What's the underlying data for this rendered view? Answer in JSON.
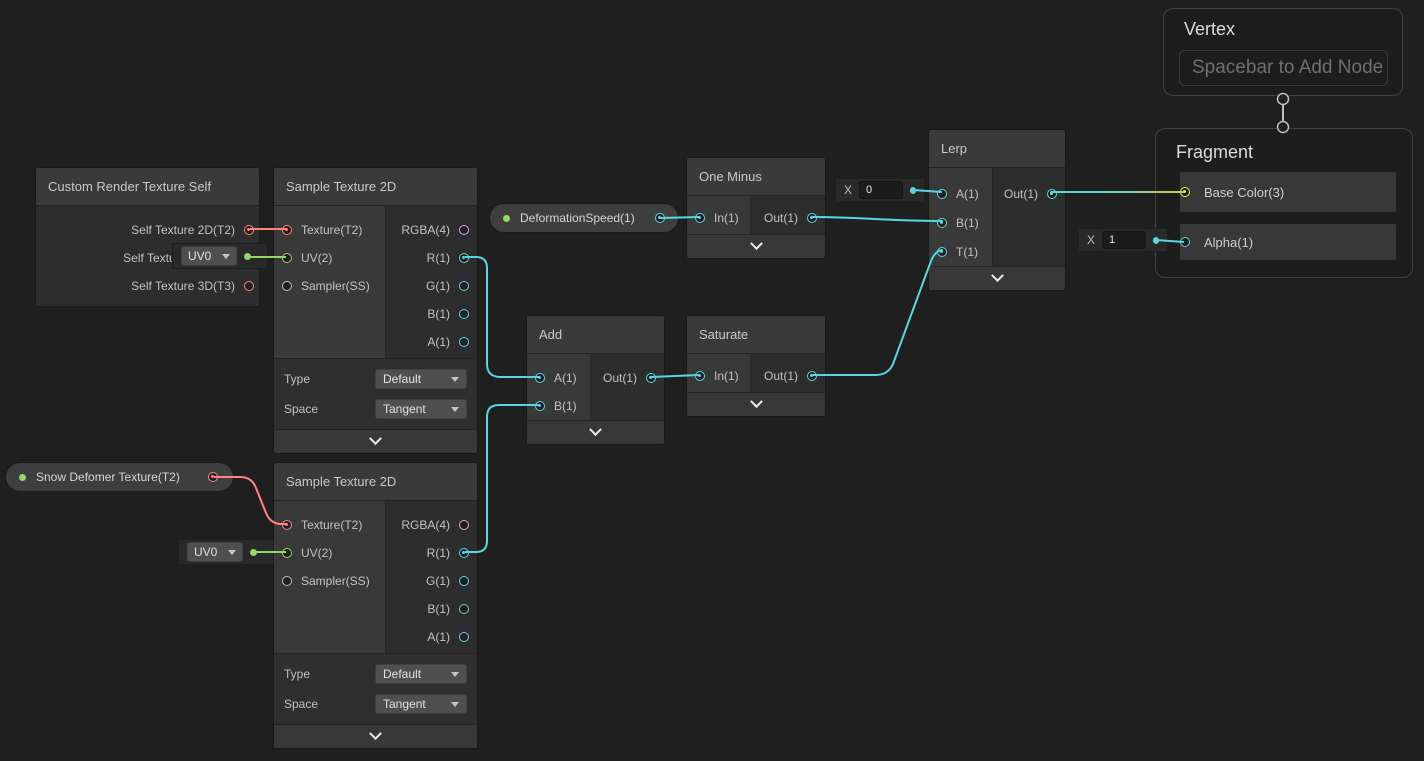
{
  "colors": {
    "canvas": "#1F1F1F",
    "cyan": "#59D7E0",
    "green": "#94D76B",
    "red": "#FF8383",
    "pink": "#FF96E3",
    "yellow": "#F1EE5F",
    "ygreen": "#C0CC52",
    "gray": "#C0C0C0"
  },
  "nodes": {
    "crts": {
      "title": "Custom Render Texture Self",
      "outputs": [
        {
          "label": "Self Texture 2D(T2)"
        },
        {
          "label": "Self Texture Cube(C)"
        },
        {
          "label": "Self Texture 3D(T3)"
        }
      ]
    },
    "sample1": {
      "title": "Sample Texture 2D",
      "inputs": [
        "Texture(T2)",
        "UV(2)",
        "Sampler(SS)"
      ],
      "outputs": [
        "RGBA(4)",
        "R(1)",
        "G(1)",
        "B(1)",
        "A(1)"
      ],
      "controls": [
        {
          "label": "Type",
          "value": "Default"
        },
        {
          "label": "Space",
          "value": "Tangent"
        }
      ]
    },
    "sample2": {
      "title": "Sample Texture 2D",
      "inputs": [
        "Texture(T2)",
        "UV(2)",
        "Sampler(SS)"
      ],
      "outputs": [
        "RGBA(4)",
        "R(1)",
        "G(1)",
        "B(1)",
        "A(1)"
      ],
      "controls": [
        {
          "label": "Type",
          "value": "Default"
        },
        {
          "label": "Space",
          "value": "Tangent"
        }
      ]
    },
    "one_minus": {
      "title": "One Minus",
      "inputs": [
        "In(1)"
      ],
      "outputs": [
        "Out(1)"
      ]
    },
    "add": {
      "title": "Add",
      "inputs": [
        "A(1)",
        "B(1)"
      ],
      "outputs": [
        "Out(1)"
      ]
    },
    "saturate": {
      "title": "Saturate",
      "inputs": [
        "In(1)"
      ],
      "outputs": [
        "Out(1)"
      ]
    },
    "lerp": {
      "title": "Lerp",
      "inputs": [
        "A(1)",
        "B(1)",
        "T(1)"
      ],
      "outputs": [
        "Out(1)"
      ]
    },
    "vertex": {
      "title": "Vertex",
      "placeholder": "Spacebar to Add Node"
    },
    "fragment": {
      "title": "Fragment",
      "inputs": [
        "Base Color(3)",
        "Alpha(1)"
      ]
    }
  },
  "properties": {
    "snow": {
      "label": "Snow Defomer Texture(T2)"
    },
    "speed": {
      "label": "DeformationSpeed(1)"
    }
  },
  "widgets": {
    "uv0_a": {
      "value": "UV0"
    },
    "uv0_b": {
      "value": "UV0"
    },
    "x0": {
      "label": "X",
      "value": "0"
    },
    "x1": {
      "label": "X",
      "value": "1"
    }
  }
}
